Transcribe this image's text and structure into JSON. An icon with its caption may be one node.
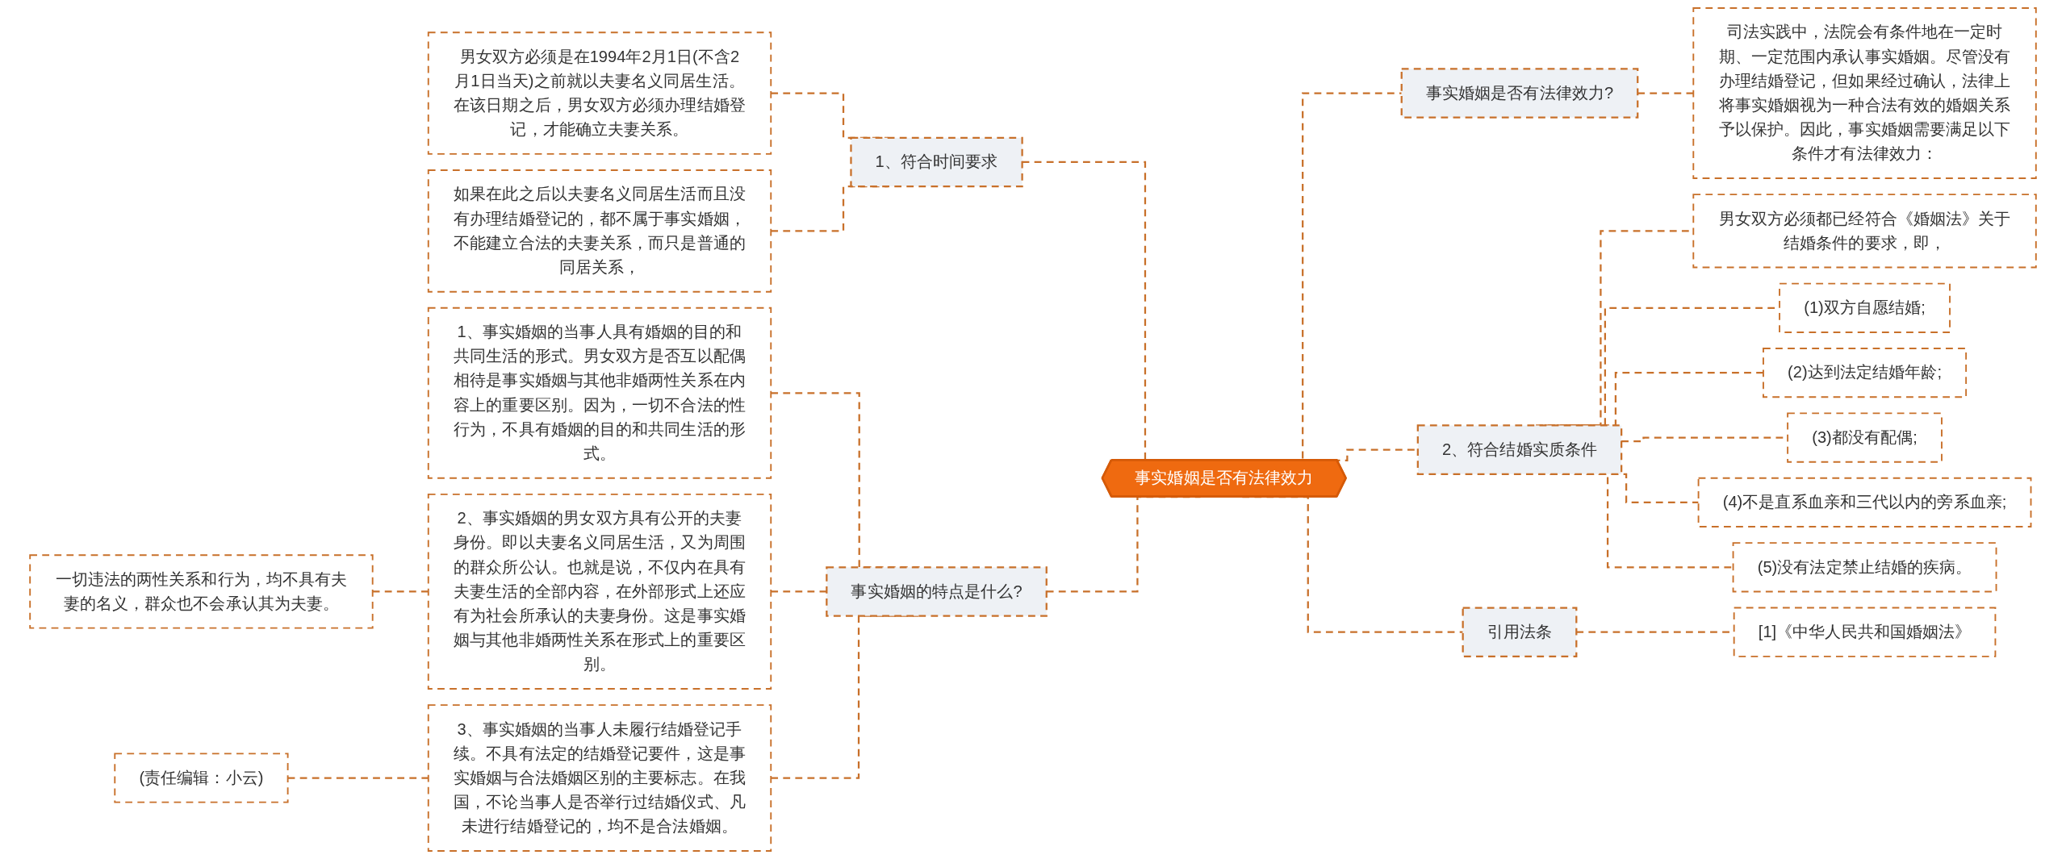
{
  "diagram": {
    "nodes": [
      {
        "text": [
          "事实婚姻是否有法律效力"
        ]
      },
      {
        "text": [
          "1、符合时间要求"
        ]
      },
      {
        "text": [
          "男女双方必须是在1994年2月1日(不含2月1日当天)之前就以夫妻名义同居生活。在该日期之后，男女双方必须办理结婚登记，才能确立夫妻关系。"
        ]
      },
      {
        "text": [
          "如果在此之后以夫妻名义同居生活而且没有办理结婚登记的，都不属于事实婚姻，不能建立合法的夫妻关系，而只是普通的同居关系，"
        ]
      },
      {
        "text": [
          "事实婚姻的特点是什么?"
        ]
      },
      {
        "text": [
          "1、事实婚姻的当事人具有婚姻的目的和共同生活的形式。男女双方是否互以配偶相待是事实婚姻与其他非婚两性关系在内容上的重要区别。因为，一切不合法的性行为，不具有婚姻的目的和共同生活的形式。"
        ]
      },
      {
        "text": [
          "2、事实婚姻的男女双方具有公开的夫妻身份。即以夫妻名义同居生活，又为周围的群众所公认。也就是说，不仅内在具有夫妻生活的全部内容，在外部形式上还应有为社会所承认的夫妻身份。这是事实婚姻与其他非婚两性关系在形式上的重要区别。"
        ]
      },
      {
        "text": [
          "一切违法的两性关系和行为，均不具有夫妻的名义，群众也不会承认其为夫妻。"
        ]
      },
      {
        "text": [
          "3、事实婚姻的当事人未履行结婚登记手续。不具有法定的结婚登记要件，这是事实婚姻与合法婚姻区别的主要标志。在我国，不论当事人是否举行过结婚仪式、凡未进行结婚登记的，均不是合法婚姻。"
        ]
      },
      {
        "text": [
          "(责任编辑：小云)"
        ]
      },
      {
        "text": [
          "事实婚姻是否有法律效力?"
        ]
      },
      {
        "text": [
          "司法实践中，法院会有条件地在一定时期、一定范围内承认事实婚姻。尽管没有办理结婚登记，但如果经过确认，法律上将事实婚姻视为一种合法有效的婚姻关系予以保护。因此，事实婚姻需要满足以下条件才有法律效力："
        ]
      },
      {
        "text": [
          "2、符合结婚实质条件"
        ]
      },
      {
        "text": [
          "男女双方必须都已经符合《婚姻法》关于结婚条件的要求，即，"
        ]
      },
      {
        "text": [
          "(1)双方自愿结婚;"
        ]
      },
      {
        "text": [
          "(2)达到法定结婚年龄;"
        ]
      },
      {
        "text": [
          "(3)都没有配偶;"
        ]
      },
      {
        "text": [
          "(4)不是直系血亲和三代以内的旁系血亲;"
        ]
      },
      {
        "text": [
          "(5)没有法定禁止结婚的疾病。"
        ]
      },
      {
        "text": [
          "引用法条"
        ]
      },
      {
        "text": [
          "[1]《中华人民共和国婚姻法》"
        ]
      }
    ],
    "edges": [
      {
        "from": 1,
        "to": 0,
        "arrow": "none",
        "style": "dashed"
      },
      {
        "from": 2,
        "to": 1,
        "arrow": "none",
        "style": "dashed"
      },
      {
        "from": 3,
        "to": 1,
        "arrow": "none",
        "style": "dashed"
      },
      {
        "from": 4,
        "to": 0,
        "arrow": "none",
        "style": "dashed"
      },
      {
        "from": 5,
        "to": 4,
        "arrow": "none",
        "style": "dashed"
      },
      {
        "from": 6,
        "to": 4,
        "arrow": "none",
        "style": "dashed"
      },
      {
        "from": 7,
        "to": 6,
        "arrow": "none",
        "style": "dashed"
      },
      {
        "from": 8,
        "to": 4,
        "arrow": "none",
        "style": "dashed"
      },
      {
        "from": 9,
        "to": 8,
        "arrow": "none",
        "style": "dashed"
      },
      {
        "from": 0,
        "to": 10,
        "arrow": "none",
        "style": "dashed"
      },
      {
        "from": 10,
        "to": 11,
        "arrow": "none",
        "style": "dashed"
      },
      {
        "from": 0,
        "to": 12,
        "arrow": "none",
        "style": "dashed"
      },
      {
        "from": 12,
        "to": 13,
        "arrow": "none",
        "style": "dashed"
      },
      {
        "from": 12,
        "to": 14,
        "arrow": "none",
        "style": "dashed"
      },
      {
        "from": 12,
        "to": 15,
        "arrow": "none",
        "style": "dashed"
      },
      {
        "from": 12,
        "to": 16,
        "arrow": "none",
        "style": "dashed"
      },
      {
        "from": 12,
        "to": 17,
        "arrow": "none",
        "style": "dashed"
      },
      {
        "from": 12,
        "to": 18,
        "arrow": "none",
        "style": "dashed"
      },
      {
        "from": 0,
        "to": 19,
        "arrow": "none",
        "style": "dashed"
      },
      {
        "from": 19,
        "to": 20,
        "arrow": "none",
        "style": "dashed"
      }
    ]
  }
}
